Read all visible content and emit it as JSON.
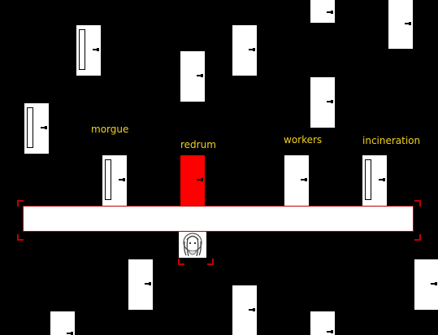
{
  "labels": {
    "morgue": "morgue",
    "redrum": "redrum",
    "workers": "workers",
    "incineration": "incineration"
  },
  "colors": {
    "background": "#000000",
    "door": "#ffffff",
    "highlighted_door": "#ff0000",
    "label_text": "#f2d11b",
    "walkway_border": "#c00000"
  },
  "player": {
    "sprite": "ghost-girl-sprite"
  }
}
